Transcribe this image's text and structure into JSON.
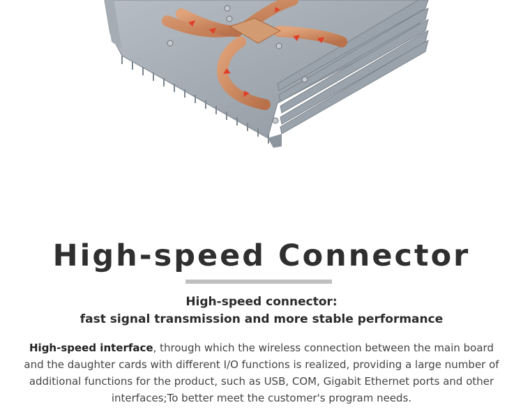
{
  "section": {
    "title": "High-speed Connector",
    "subtitle_line1": "High-speed connector:",
    "subtitle_line2": "fast signal transmission and more stable performance",
    "description_bold": "High-speed interface",
    "description_rest": ", through which the wireless connection between the main board and the daughter cards with different I/O functions is realized, providing a large number of additional functions for the product, such as USB, COM, Gigabit Ethernet ports and other interfaces;To better meet the customer's program needs."
  },
  "colors": {
    "heatpipe": "#c98a5f",
    "arrow": "#e0402a",
    "chassis": "#9aa2ab",
    "underline": "#bfbfbf"
  }
}
